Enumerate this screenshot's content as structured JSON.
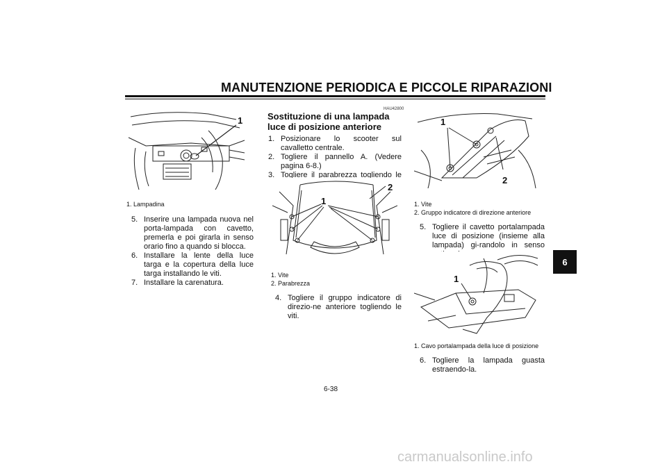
{
  "header": {
    "title": "MANUTENZIONE PERIODICA E PICCOLE RIPARAZIONI"
  },
  "chapter_tab": "6",
  "left_column": {
    "figure_callout": "1",
    "caption": [
      "1. Lampadina"
    ],
    "steps": [
      {
        "num": "5.",
        "text": "Inserire una lampada nuova nel porta-lampada con cavetto, premerla e poi girarla in senso orario fino a quando si blocca."
      },
      {
        "num": "6.",
        "text": "Installare la lente della luce targa e la copertura della luce targa installando le viti."
      },
      {
        "num": "7.",
        "text": "Installare la carenatura."
      }
    ]
  },
  "middle_column": {
    "code": "HAU42800",
    "title": "Sostituzione di una lampada luce di posizione anteriore",
    "steps_top": [
      {
        "num": "1.",
        "text": "Posizionare lo scooter sul cavalletto centrale."
      },
      {
        "num": "2.",
        "text": "Togliere il pannello A. (Vedere pagina 6-8.)"
      },
      {
        "num": "3.",
        "text": "Togliere il parabrezza togliendo le viti."
      }
    ],
    "figure_callouts": [
      "1",
      "2"
    ],
    "caption": [
      "1. Vite",
      "2. Parabrezza"
    ],
    "steps_bottom": [
      {
        "num": "4.",
        "text": "Togliere il gruppo indicatore di direzio-ne anteriore togliendo le viti."
      }
    ]
  },
  "right_column": {
    "figure1_callouts": [
      "1",
      "2"
    ],
    "caption1": [
      "1. Vite",
      "2. Gruppo indicatore di direzione anteriore"
    ],
    "steps_mid": [
      {
        "num": "5.",
        "text": "Togliere il cavetto portalampada luce di posizione (insieme alla lampada) gi-randolo in senso antiorario."
      }
    ],
    "figure2_callout": "1",
    "caption2": [
      "1. Cavo portalampada della luce di posizione"
    ],
    "steps_bottom": [
      {
        "num": "6.",
        "text": "Togliere la lampada guasta estraendo-la."
      }
    ]
  },
  "page_number": "6-38",
  "watermark": "carmanualsonline.info"
}
